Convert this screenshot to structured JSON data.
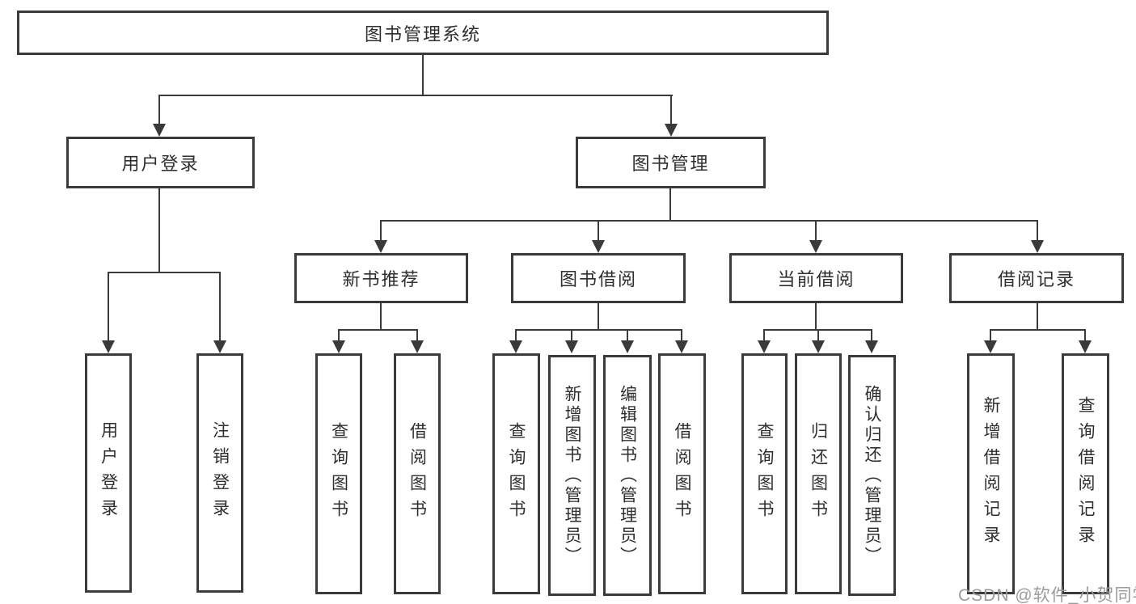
{
  "diagram": {
    "root": {
      "label": "图书管理系统"
    },
    "branches": [
      {
        "label": "用户登录",
        "children": [
          {
            "label": "用户登录"
          },
          {
            "label": "注销登录"
          }
        ]
      },
      {
        "label": "图书管理",
        "children": [
          {
            "label": "新书推荐",
            "children": [
              {
                "label": "查询图书"
              },
              {
                "label": "借阅图书"
              }
            ]
          },
          {
            "label": "图书借阅",
            "children": [
              {
                "label": "查询图书"
              },
              {
                "label": "新增图书（管理员）"
              },
              {
                "label": "编辑图书（管理员）"
              },
              {
                "label": "借阅图书"
              }
            ]
          },
          {
            "label": "当前借阅",
            "children": [
              {
                "label": "查询图书"
              },
              {
                "label": "归还图书"
              },
              {
                "label": "确认归还（管理员）"
              }
            ]
          },
          {
            "label": "借阅记录",
            "children": [
              {
                "label": "新增借阅记录"
              },
              {
                "label": "查询借阅记录"
              }
            ]
          }
        ]
      }
    ],
    "colors": {
      "line": "#3a3a3a",
      "text": "#2e2e2e",
      "watermark": "#9b9b9b",
      "background": "#ffffff"
    }
  },
  "watermark": {
    "text": "CSDN @软件_小贺同学"
  }
}
